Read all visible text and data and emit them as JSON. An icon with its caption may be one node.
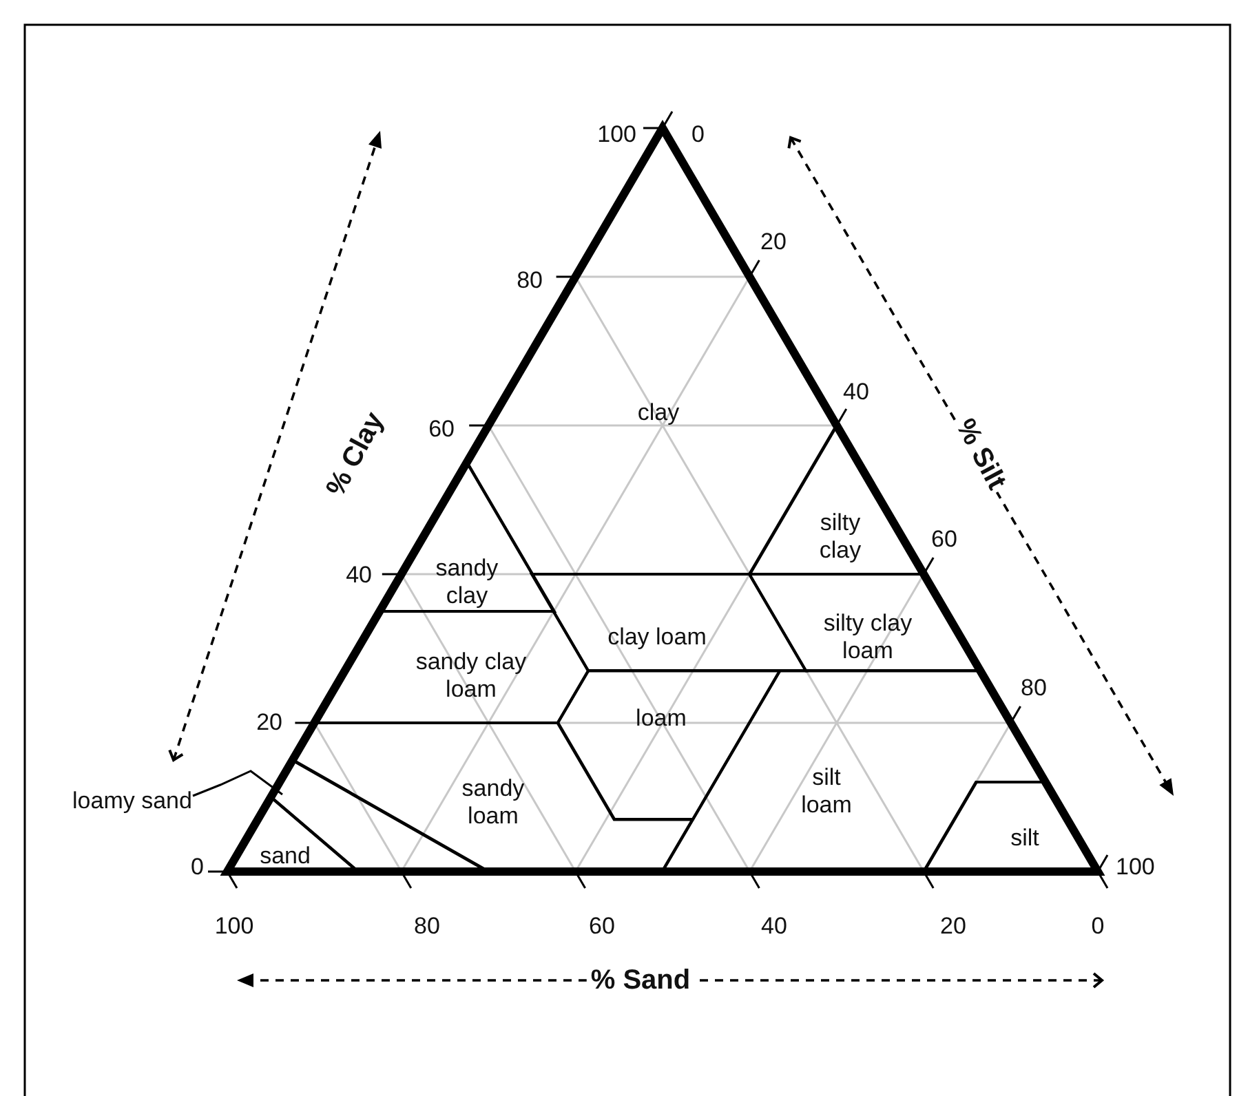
{
  "diagram": {
    "nodes": [
      {
        "text": [
          "clay"
        ]
      },
      {
        "text": [
          "silty clay"
        ]
      },
      {
        "text": [
          "sandy clay"
        ]
      },
      {
        "text": [
          "clay loam"
        ]
      },
      {
        "text": [
          "silty clay loam"
        ]
      },
      {
        "text": [
          "sandy clay loam"
        ]
      },
      {
        "text": [
          "loam"
        ]
      },
      {
        "text": [
          "loamy sand"
        ]
      },
      {
        "text": [],
        "shape": "band"
      },
      {
        "text": [
          "sandy loam"
        ]
      },
      {
        "text": [
          "silt loam"
        ]
      },
      {
        "text": [
          "silt"
        ]
      },
      {
        "text": [
          "sand"
        ]
      }
    ],
    "edges": [
      {
        "from": 7,
        "to": 8,
        "arrow": "none"
      }
    ],
    "labels": [
      "100",
      "0",
      "20",
      "80",
      "% Clay",
      "60",
      "40",
      "% Silt",
      "40",
      "60",
      "20",
      "80",
      "0",
      "100",
      "100",
      "80",
      "60",
      "40",
      "20",
      "0",
      "% Sand"
    ]
  }
}
